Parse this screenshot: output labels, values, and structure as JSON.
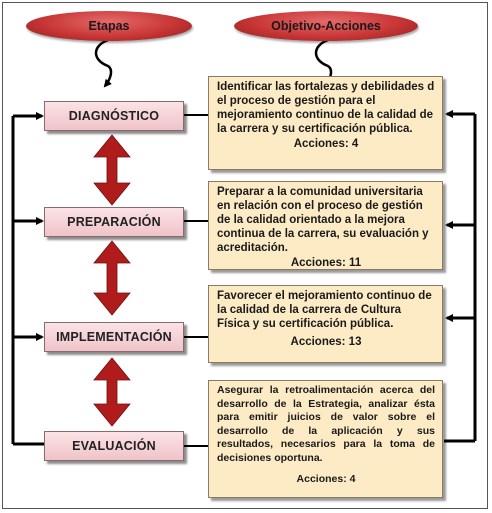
{
  "headers": {
    "stages_label": "Etapas",
    "objectives_label": "Objetivo-Acciones"
  },
  "stages": [
    {
      "label": "DIAGNÓSTICO"
    },
    {
      "label": "PREPARACIÓN"
    },
    {
      "label": "IMPLEMENTACIÓN"
    },
    {
      "label": "EVALUACIÓN"
    }
  ],
  "objectives": [
    {
      "text": "Identificar las fortalezas y debilidades d el proceso de gestión para el mejoramiento continuo de la calidad de la carrera y su certificación pública.",
      "actions": "Acciones: 4"
    },
    {
      "text": "Preparar a la comunidad universitaria en relación con el proceso de gestión de la calidad orientado a la mejora continua de la carrera, su evaluación y acreditación.",
      "actions": "Acciones: 11"
    },
    {
      "text": "Favorecer el mejoramiento continuo de la calidad de la carrera de Cultura Física y su certificación pública.",
      "actions": "Acciones: 13"
    },
    {
      "text": "Asegurar la retroalimentación acerca del desarrollo de la Estrategia, analizar ésta para emitir juicios de valor sobre el desarrollo de la aplicación y sus resultados, necesarios para la toma de decisiones oportuna.",
      "actions": "Acciones: 4"
    }
  ],
  "colors": {
    "ellipse_fill": "#c93636",
    "stage_fill": "#f5d0d5",
    "objective_fill": "#fcebc5",
    "double_arrow": "#b01c1c",
    "connector": "#000000"
  }
}
